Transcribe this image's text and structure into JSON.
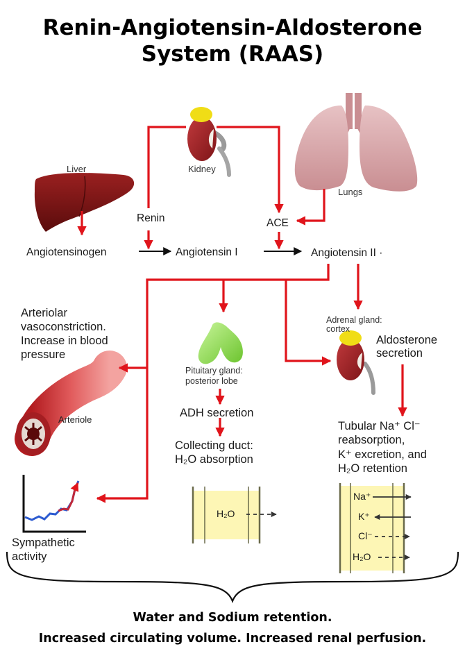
{
  "title": {
    "line1": "Renin-Angiotensin-Aldosterone",
    "line2": "System (RAAS)"
  },
  "organs": {
    "liver": "Liver",
    "kidney": "Kidney",
    "lungs": "Lungs",
    "adrenal_line1": "Adrenal gland:",
    "adrenal_line2": "cortex",
    "pituitary_line1": "Pituitary gland:",
    "pituitary_line2": "posterior lobe",
    "arteriole": "Arteriole"
  },
  "cascade": {
    "renin": "Renin",
    "ace": "ACE",
    "angiotensinogen": "Angiotensinogen",
    "angiotensin_1": "Angiotensin I",
    "angiotensin_2": "Angiotensin II ·"
  },
  "effects": {
    "vaso_line1": "Arteriolar",
    "vaso_line2": "vasoconstriction.",
    "vaso_line3": "Increase in blood",
    "vaso_line4": "pressure",
    "aldo_line1": "Aldosterone",
    "aldo_line2": "secretion",
    "adh": "ADH secretion",
    "collecting_line1": "Collecting duct:",
    "collecting_line2": "H₂O absorption",
    "tubular_line1": "Tubular Na⁺ Cl⁻",
    "tubular_line2": "reabsorption,",
    "tubular_line3": "K⁺ excretion, and",
    "tubular_line4": "H₂O retention",
    "sympathetic_line1": "Sympathetic",
    "sympathetic_line2": "activity"
  },
  "channels": {
    "h2o": "H₂O",
    "na": "Na⁺",
    "k": "K⁺",
    "cl": "Cl⁻"
  },
  "footer": {
    "line1": "Water and Sodium retention.",
    "line2": "Increased circulating volume. Increased renal perfusion."
  },
  "colors": {
    "arrow_red": "#e0141b",
    "liver": "#7a1414",
    "kidney": "#a0282b",
    "lungs": "#d9a8ab",
    "pituitary": "#8ed84a",
    "adrenal_cap": "#f0dd16",
    "duct_fill": "#fdf6b5"
  },
  "icons": {
    "liver": "liver-icon",
    "kidney": "kidney-icon",
    "lungs": "lungs-icon",
    "pituitary": "pituitary-gland-icon",
    "adrenal": "adrenal-kidney-icon",
    "arteriole": "arteriole-icon",
    "sympathetic_graph": "sympathetic-activity-graph-icon"
  }
}
